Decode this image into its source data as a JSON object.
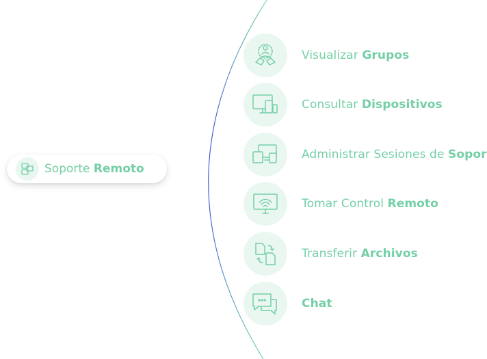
{
  "colors": {
    "accent": "#74cfa6",
    "icon_bg": "#e9f7f0",
    "arc_blue": "#3a55d6",
    "arc_green": "#6fd3a6"
  },
  "main": {
    "label_light": "Soporte",
    "label_bold": "Remoto",
    "icon": "remote-support-icon"
  },
  "items": [
    {
      "light": "Visualizar",
      "bold": "Grupos",
      "icon": "groups-icon"
    },
    {
      "light": "Consultar",
      "bold": "Dispositivos",
      "icon": "devices-icon"
    },
    {
      "light": "Administrar Sesiones de",
      "bold": "Soporte",
      "icon": "sessions-icon"
    },
    {
      "light": "Tomar Control",
      "bold": "Remoto",
      "icon": "remote-control-icon"
    },
    {
      "light": "Transferir",
      "bold": "Archivos",
      "icon": "file-transfer-icon"
    },
    {
      "light": "",
      "bold": "Chat",
      "icon": "chat-icon"
    }
  ]
}
